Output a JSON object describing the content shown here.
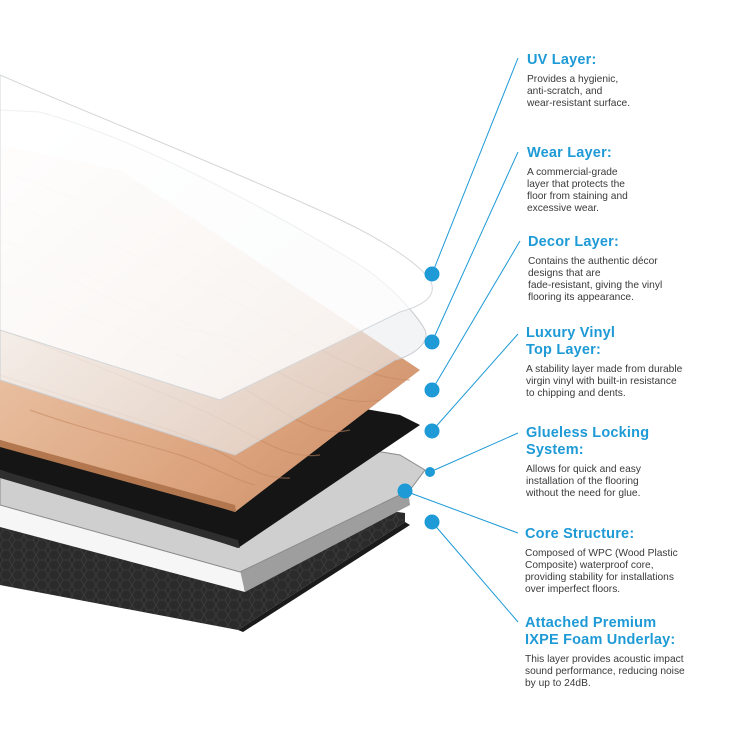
{
  "accent_color": "#1e9ad6",
  "layers": [
    {
      "id": "uv-layer",
      "title": "UV Layer:",
      "description": "Provides a hygienic,\nanti-scratch, and\nwear-resistant surface."
    },
    {
      "id": "wear-layer",
      "title": "Wear Layer:",
      "description": "A commercial-grade\nlayer that protects the\nfloor from staining and\nexcessive wear."
    },
    {
      "id": "decor-layer",
      "title": "Decor Layer:",
      "description": "Contains the authentic décor\ndesigns that are\nfade-resistant, giving the vinyl\nflooring its appearance."
    },
    {
      "id": "luxury-vinyl-top-layer",
      "title": "Luxury Vinyl\nTop Layer:",
      "description": "A stability layer made from durable\nvirgin vinyl with built-in resistance\nto chipping and dents."
    },
    {
      "id": "glueless-locking-system",
      "title": "Glueless Locking\nSystem:",
      "description": "Allows for quick and easy\ninstallation of the flooring\nwithout the need for glue."
    },
    {
      "id": "core-structure",
      "title": "Core Structure:",
      "description": "Composed of WPC (Wood Plastic\nComposite) waterproof core,\nproviding stability for installations\nover imperfect floors."
    },
    {
      "id": "attached-premium-ixpe-foam-underlay",
      "title": "Attached Premium\nIXPE Foam Underlay:",
      "description": "This layer provides acoustic impact\nsound performance, reducing noise\nby up to 24dB."
    }
  ]
}
